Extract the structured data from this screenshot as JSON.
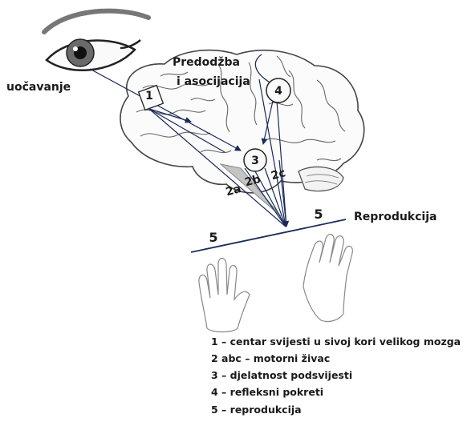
{
  "labels": {
    "perception": "uočavanje",
    "idea_line1": "Predodžba",
    "idea_line2": "i asocijacija",
    "reproduction": "Reprodukcija"
  },
  "nodes": {
    "n1": "1",
    "n3": "3",
    "n4": "4",
    "n2a": "2a",
    "n2b": "2b",
    "n2c": "2c",
    "n5_left": "5",
    "n5_right": "5"
  },
  "legend": [
    "1 – centar svijesti u sivoj kori velikog mozga",
    "2 abc – motorni živac",
    "3 – djelatnost podsvijesti",
    "4 – refleksni pokreti",
    "5 – reprodukcija"
  ]
}
